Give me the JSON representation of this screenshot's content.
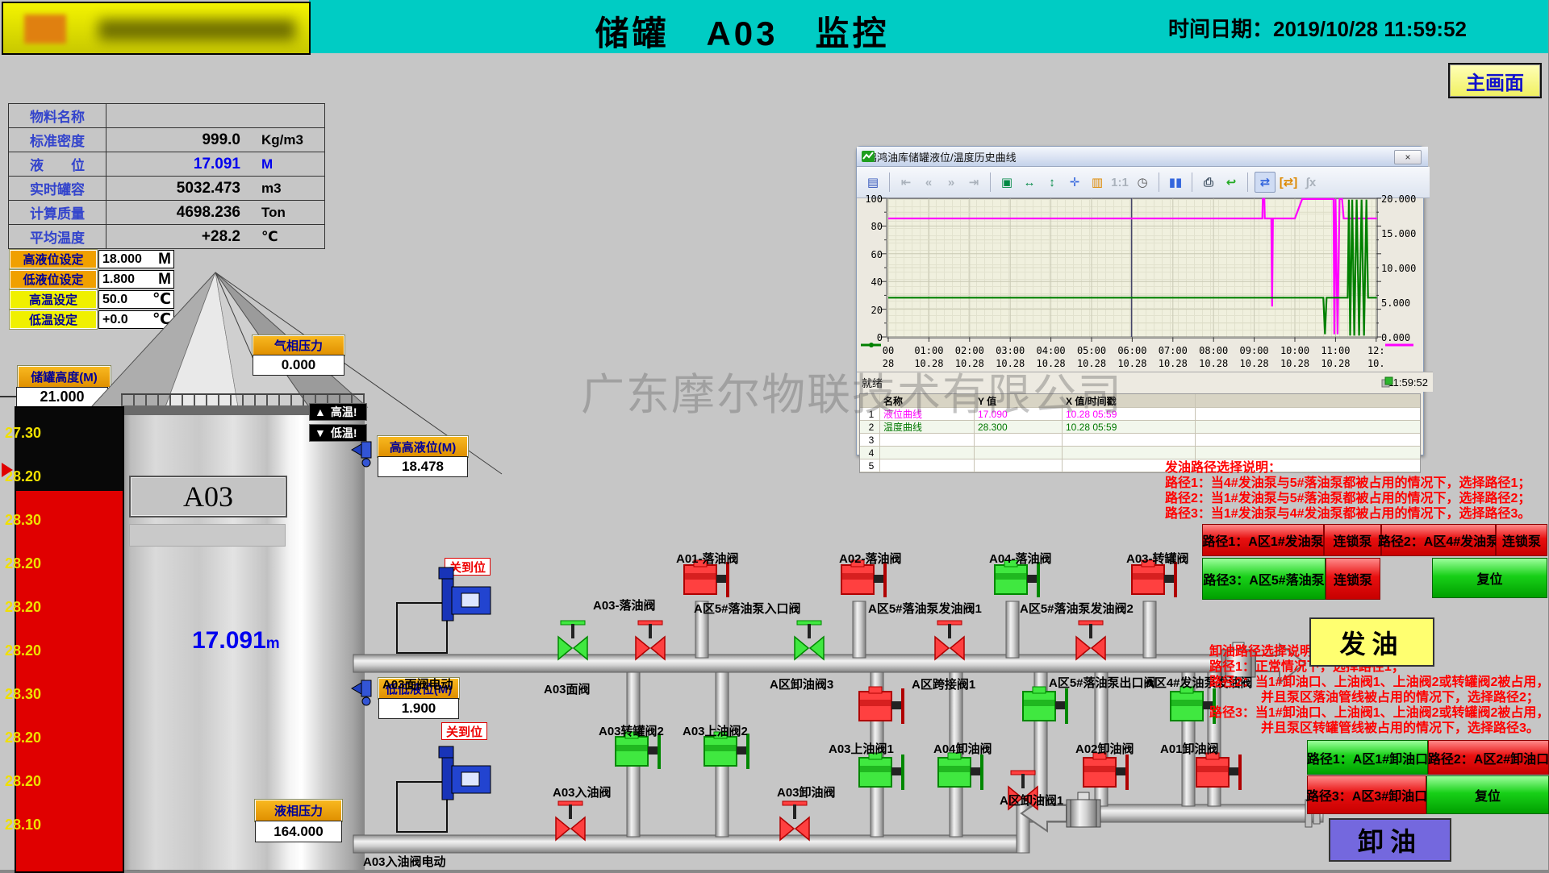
{
  "header": {
    "title": "储罐　A03　监控",
    "datetime": "时间日期：2019/10/28 11:59:52"
  },
  "nav": {
    "main_screen": "主画面"
  },
  "colors": {
    "header": "#00CCC4",
    "label_orange": "#F0A000",
    "label_yellow": "#F0F000",
    "valve_red": "#E00000",
    "valve_green": "#00C000",
    "action_yellow": "#FFFF70",
    "action_purple": "#7468DE",
    "series_level": "#FF00FF",
    "series_temp": "#008000"
  },
  "info_table": {
    "rows": [
      {
        "label": "物料名称",
        "value": "",
        "unit": ""
      },
      {
        "label": "标准密度",
        "value": "999.0",
        "unit": "Kg/m3"
      },
      {
        "label": "液　　位",
        "value": "17.091",
        "unit": "M",
        "blue": true
      },
      {
        "label": "实时罐容",
        "value": "5032.473",
        "unit": "m3"
      },
      {
        "label": "计算质量",
        "value": "4698.236",
        "unit": "Ton"
      },
      {
        "label": "平均温度",
        "value": "+28.2",
        "unit": "℃"
      }
    ]
  },
  "settings": [
    {
      "label": "高液位设定",
      "value": "18.000",
      "unit": "M",
      "style": "orange"
    },
    {
      "label": "低液位设定",
      "value": "1.800",
      "unit": "M",
      "style": "orange"
    },
    {
      "label": "高温设定",
      "value": "50.0",
      "unit": "℃",
      "style": "yellow"
    },
    {
      "label": "低温设定",
      "value": "+0.0",
      "unit": "℃",
      "style": "yellow"
    }
  ],
  "tank": {
    "name": "A03",
    "height_label": "储罐高度(M)",
    "height_value": "21.000",
    "level_value": "17.091",
    "level_unit": "m",
    "marker_index": 1,
    "temps": [
      "27.30",
      "28.20",
      "28.30",
      "28.20",
      "28.20",
      "28.20",
      "28.30",
      "28.20",
      "28.20",
      "28.10"
    ]
  },
  "alarms": {
    "high": "高温!",
    "low": "低温!",
    "up_glyph": "▲",
    "down_glyph": "▼"
  },
  "indicators": {
    "vapor": {
      "label": "气相压力",
      "value": "0.000"
    },
    "hh": {
      "label": "高高液位(M)",
      "value": "18.478"
    },
    "ll": {
      "label": "低低液位(M)",
      "value": "1.900"
    },
    "liquid": {
      "label": "液相压力",
      "value": "164.000"
    }
  },
  "status_badges": [
    "关到位",
    "关到位"
  ],
  "valve_labels": [
    "A01-落油阀",
    "A02-落油阀",
    "A04-落油阀",
    "A03-转罐阀",
    "A区5#落油泵入口阀",
    "A区5#落油泵发油阀1",
    "A区5#落油泵发油阀2",
    "A03-落油阀",
    "A03面阀",
    "A03面阀电动",
    "A区卸油阀3",
    "A区跨接阀1",
    "A区5#落油泵出口阀",
    "A区4#发油泵发油阀",
    "A03转罐阀2",
    "A03上油阀2",
    "A03上油阀1",
    "A04卸油阀",
    "A02卸油阀",
    "A01卸油阀",
    "A03入油阀",
    "A03卸油阀",
    "A区卸油阀1",
    "A03入油阀电动"
  ],
  "valves": [
    {
      "name": "A01-落油阀",
      "color": "red",
      "type": "side"
    },
    {
      "name": "A02-落油阀",
      "color": "red",
      "type": "side"
    },
    {
      "name": "A04-落油阀",
      "color": "green",
      "type": "side"
    },
    {
      "name": "A03-转罐阀",
      "color": "red",
      "type": "side"
    },
    {
      "name": "A区卸油阀3",
      "color": "red",
      "type": "side"
    },
    {
      "name": "A区跨接阀1",
      "color": "green",
      "type": "side"
    },
    {
      "name": "A区5#落油泵出口阀",
      "color": "green",
      "type": "side"
    },
    {
      "name": "A03转罐阀2",
      "color": "green",
      "type": "side"
    },
    {
      "name": "A03上油阀2",
      "color": "green",
      "type": "side"
    },
    {
      "name": "A03上油阀1",
      "color": "green",
      "type": "side"
    },
    {
      "name": "A04卸油阀",
      "color": "green",
      "type": "side"
    },
    {
      "name": "A02卸油阀",
      "color": "red",
      "type": "side"
    },
    {
      "name": "A01卸油阀",
      "color": "red",
      "type": "side"
    },
    {
      "name": "A03面阀",
      "color": "green",
      "type": "inline"
    },
    {
      "name": "A03-落油阀",
      "color": "red",
      "type": "inline"
    },
    {
      "name": "A区5#落油泵入口阀",
      "color": "green",
      "type": "inline"
    },
    {
      "name": "A区5#落油泵发油阀1",
      "color": "red",
      "type": "inline"
    },
    {
      "name": "A区5#落油泵发油阀2",
      "color": "red",
      "type": "inline"
    },
    {
      "name": "A03入油阀",
      "color": "red",
      "type": "inline"
    },
    {
      "name": "A03卸油阀",
      "color": "red",
      "type": "inline"
    },
    {
      "name": "A区卸油阀1",
      "color": "red",
      "type": "inline"
    }
  ],
  "watermark": "广东摩尔物联技术有限公司",
  "chart_window": {
    "title": "鹏鸿油库储罐液位/温度历史曲线",
    "close_glyph": "×",
    "status_left": "就绪",
    "status_time": "11:59:52",
    "toolbar": [
      {
        "name": "curve-manager-icon",
        "glyph": "▤",
        "color": "#3355BB"
      },
      {
        "name": "sep"
      },
      {
        "name": "go-first-icon",
        "glyph": "⇤",
        "disabled": true
      },
      {
        "name": "fast-back-icon",
        "glyph": "«",
        "disabled": true
      },
      {
        "name": "fast-forward-icon",
        "glyph": "»",
        "disabled": true
      },
      {
        "name": "go-last-icon",
        "glyph": "⇥",
        "disabled": true
      },
      {
        "name": "sep"
      },
      {
        "name": "zoom-box-icon",
        "glyph": "▣",
        "color": "#008844"
      },
      {
        "name": "zoom-horizontal-icon",
        "glyph": "↔",
        "color": "#008844"
      },
      {
        "name": "zoom-vertical-icon",
        "glyph": "↕",
        "color": "#008844"
      },
      {
        "name": "pan-icon",
        "glyph": "✛",
        "color": "#3366DD"
      },
      {
        "name": "ruler-icon",
        "glyph": "▥",
        "color": "#DD8800"
      },
      {
        "name": "one-to-one-icon",
        "glyph": "1:1",
        "disabled": true
      },
      {
        "name": "clock-icon",
        "glyph": "◷",
        "color": "#555555"
      },
      {
        "name": "sep"
      },
      {
        "name": "pause-icon",
        "glyph": "▮▮",
        "color": "#3366DD"
      },
      {
        "name": "sep"
      },
      {
        "name": "print-icon",
        "glyph": "⎙",
        "color": "#445566"
      },
      {
        "name": "revert-grid-icon",
        "glyph": "↩",
        "color": "#22AA22"
      },
      {
        "name": "sep"
      },
      {
        "name": "scroll-mode-icon",
        "glyph": "⇄",
        "color": "#3366DD",
        "pressed": true
      },
      {
        "name": "bracket-select-icon",
        "glyph": "[⇄]",
        "color": "#DD8800"
      },
      {
        "name": "integral-icon",
        "glyph": "∫x",
        "disabled": true
      }
    ],
    "legend": {
      "headers": [
        "名称",
        "Y 值",
        "X 值/时间戳"
      ],
      "rows": [
        {
          "no": "1",
          "name": "液位曲线",
          "y": "17.090",
          "x": "10.28 05:59",
          "color": "#FF00FF"
        },
        {
          "no": "2",
          "name": "温度曲线",
          "y": "28.300",
          "x": "10.28 05:59",
          "color": "#007700"
        },
        {
          "no": "3",
          "name": "",
          "y": "",
          "x": "",
          "color": "#000"
        },
        {
          "no": "4",
          "name": "",
          "y": "",
          "x": "",
          "color": "#000"
        },
        {
          "no": "5",
          "name": "",
          "y": "",
          "x": "",
          "color": "#000"
        }
      ]
    }
  },
  "chart_data": {
    "type": "line",
    "title": "鹏鸿油库储罐液位/温度历史曲线",
    "left_axis": {
      "min": 0,
      "max": 100,
      "ticks": [
        "100",
        "80",
        "60",
        "40",
        "20",
        "0"
      ]
    },
    "right_axis": {
      "min": 0,
      "max": 20,
      "ticks": [
        "20.000",
        "15.000",
        "10.000",
        "5.000",
        "0.000"
      ]
    },
    "x_labels": [
      "00",
      "01:00",
      "02:00",
      "03:00",
      "04:00",
      "05:00",
      "06:00",
      "07:00",
      "08:00",
      "09:00",
      "10:00",
      "11:00",
      "12:"
    ],
    "x_sublabels": [
      "28",
      "10.28",
      "10.28",
      "10.28",
      "10.28",
      "10.28",
      "10.28",
      "10.28",
      "10.28",
      "10.28",
      "10.28",
      "10.28",
      "10."
    ],
    "cursor_hour": 5.983,
    "series": [
      {
        "name": "液位曲线",
        "color": "#FF00FF",
        "axis": "right",
        "points": [
          [
            0,
            17.09
          ],
          [
            9.2,
            17.09
          ],
          [
            9.21,
            19.9
          ],
          [
            9.25,
            19.9
          ],
          [
            9.26,
            17.09
          ],
          [
            9.42,
            17.09
          ],
          [
            9.44,
            4.4
          ],
          [
            9.46,
            17.09
          ],
          [
            10.0,
            17.09
          ],
          [
            10.18,
            19.9
          ],
          [
            10.95,
            19.9
          ],
          [
            10.97,
            0.4
          ],
          [
            11.0,
            19.9
          ],
          [
            11.05,
            0.4
          ],
          [
            11.1,
            19.9
          ],
          [
            11.16,
            19.9
          ],
          [
            11.2,
            17.09
          ],
          [
            12.02,
            17.09
          ]
        ]
      },
      {
        "name": "温度曲线",
        "color": "#008000",
        "axis": "left",
        "points": [
          [
            0,
            28.3
          ],
          [
            10.7,
            28.3
          ],
          [
            10.74,
            2
          ],
          [
            10.78,
            28.3
          ],
          [
            11.3,
            28.3
          ],
          [
            11.33,
            99
          ],
          [
            11.36,
            1
          ],
          [
            11.41,
            99
          ],
          [
            11.46,
            1
          ],
          [
            11.52,
            99
          ],
          [
            11.58,
            1
          ],
          [
            11.64,
            99
          ],
          [
            11.7,
            1
          ],
          [
            11.76,
            99
          ],
          [
            11.8,
            28.3
          ],
          [
            12.02,
            28.3
          ]
        ]
      }
    ]
  },
  "shipping": {
    "instructions": [
      "发油路径选择说明：",
      "路径1：当4#发油泵与5#落油泵都被占用的情况下，选择路径1；",
      "路径2：当1#发油泵与5#落油泵都被占用的情况下，选择路径2；",
      "路径3：当1#发油泵与4#发油泵都被占用的情况下，选择路径3。"
    ],
    "buttons": [
      {
        "label": "路径1：A区1#发油泵",
        "color": "red"
      },
      {
        "label": "连锁泵",
        "color": "red"
      },
      {
        "label": "路径2：A区4#发油泵",
        "color": "red"
      },
      {
        "label": "连锁泵",
        "color": "red"
      },
      {
        "label": "路径3：A区5#落油泵",
        "color": "green"
      },
      {
        "label": "连锁泵",
        "color": "red"
      },
      {
        "label": "复位",
        "color": "green"
      }
    ],
    "action": "发油"
  },
  "unloading": {
    "instructions": [
      "卸油路径选择说明：",
      "路径1：正常情况下，选择路径1；",
      "路径2：当1#卸油口、上油阀1、上油阀2或转罐阀2被占用，",
      "并且泵区落油管线被占用的情况下，选择路径2；",
      "路径3：当1#卸油口、上油阀1、上油阀2或转罐阀2被占用，",
      "并且泵区转罐管线被占用的情况下，选择路径3。"
    ],
    "buttons": [
      {
        "label": "路径1：A区1#卸油口",
        "color": "green"
      },
      {
        "label": "路径2：A区2#卸油口",
        "color": "red"
      },
      {
        "label": "路径3：A区3#卸油口",
        "color": "red"
      },
      {
        "label": "复位",
        "color": "green"
      }
    ],
    "action": "卸油"
  }
}
